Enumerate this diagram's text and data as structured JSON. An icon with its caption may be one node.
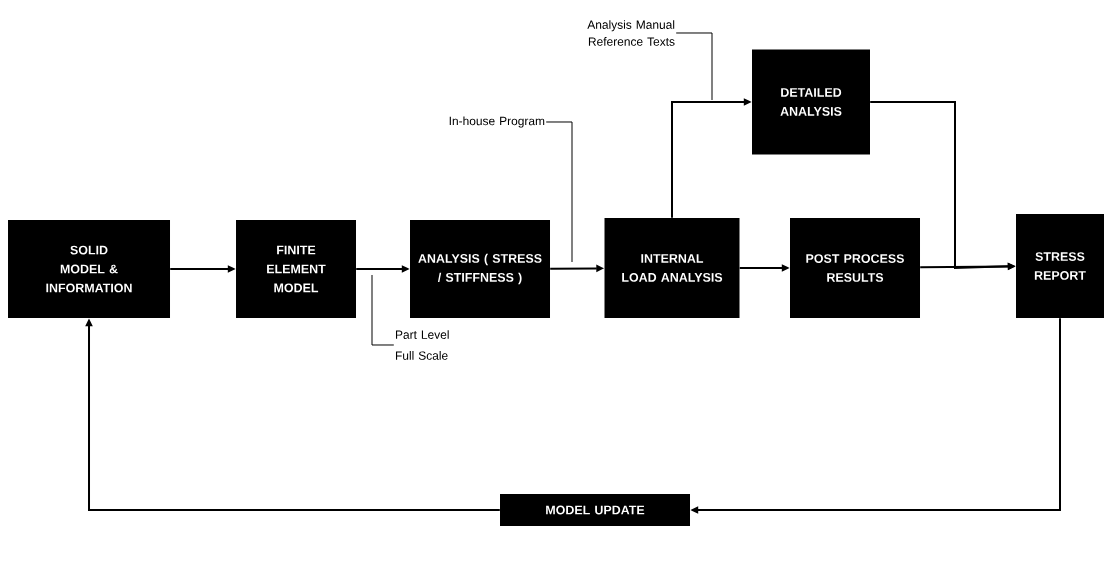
{
  "diagram": {
    "nodes": [
      {
        "text": [
          "SOLID MODEL & INFORMATION"
        ]
      },
      {
        "text": [
          "FINITE ELEMENT MODEL"
        ]
      },
      {
        "text": [
          "ANALYSIS ( STRESS / STIFFNESS )"
        ]
      },
      {
        "text": [
          "INTERNAL LOAD ANALYSIS"
        ]
      },
      {
        "text": [
          "POST PROCESS RESULTS"
        ]
      },
      {
        "text": [
          "STRESS REPORT"
        ]
      },
      {
        "text": [
          "DETAILED ANALYSIS"
        ]
      },
      {
        "text": [
          "MODEL UPDATE"
        ]
      },
      {
        "text": [
          "Analysis Manual Reference Texts"
        ]
      },
      {
        "text": [
          "In-house Program"
        ]
      },
      {
        "text": [
          "Part Level",
          "Full Scale"
        ]
      }
    ],
    "edges": [
      {
        "from": 0,
        "to": 1,
        "arrow": "to"
      },
      {
        "from": 1,
        "to": 2,
        "arrow": "to"
      },
      {
        "from": 2,
        "to": 3,
        "arrow": "to"
      },
      {
        "from": 3,
        "to": 4,
        "arrow": "to"
      },
      {
        "from": 4,
        "to": 5,
        "arrow": "to"
      },
      {
        "from": 3,
        "to": 6,
        "arrow": "to"
      },
      {
        "from": 6,
        "to": 5,
        "arrow": "to"
      },
      {
        "from": 5,
        "to": 7,
        "arrow": "to"
      },
      {
        "from": 7,
        "to": 0,
        "arrow": "to"
      },
      {
        "from": 8,
        "to": null,
        "arrow": "none"
      },
      {
        "from": 9,
        "to": null,
        "arrow": "none"
      },
      {
        "from": 10,
        "to": null,
        "arrow": "none"
      }
    ]
  }
}
